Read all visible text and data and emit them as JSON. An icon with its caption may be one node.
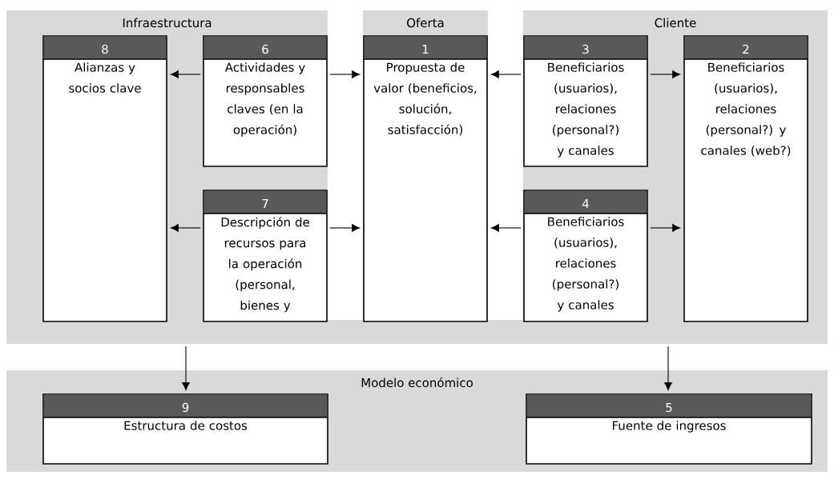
{
  "diagram": {
    "nodes": [
      {
        "text": [
          "Infraestructura"
        ]
      },
      {
        "text": [
          "8",
          "Alianzas y socios clave"
        ],
        "in": 0
      },
      {
        "text": [
          "6",
          "Actividades y responsables claves (en la operación)"
        ],
        "in": 0
      },
      {
        "text": [
          "7",
          "Descripción de recursos para la operación (personal, bienes y"
        ],
        "in": 0
      },
      {
        "text": [
          "Oferta"
        ]
      },
      {
        "text": [
          "1",
          "Propuesta de valor (beneficios, solución, satisfacción)"
        ],
        "in": 4
      },
      {
        "text": [
          "Cliente"
        ]
      },
      {
        "text": [
          "3",
          "Beneficiarios (usuarios), relaciones (personal?) y canales"
        ],
        "in": 6
      },
      {
        "text": [
          "2",
          "Beneficiarios (usuarios), relaciones (personal?) y canales (web?)"
        ],
        "in": 6
      },
      {
        "text": [
          "4",
          "Beneficiarios (usuarios), relaciones (personal?) y canales"
        ],
        "in": 6
      },
      {
        "text": [
          "Modelo económico"
        ]
      },
      {
        "text": [
          "9",
          "Estructura de costos"
        ],
        "in": 10
      },
      {
        "text": [
          "5",
          "Fuente de ingresos"
        ],
        "in": 10
      }
    ],
    "edges": [
      {
        "from": 2,
        "to": 1,
        "arrow": "to"
      },
      {
        "from": 2,
        "to": 5,
        "arrow": "to"
      },
      {
        "from": 7,
        "to": 5,
        "arrow": "to"
      },
      {
        "from": 7,
        "to": 8,
        "arrow": "to"
      },
      {
        "from": 3,
        "to": 1,
        "arrow": "to"
      },
      {
        "from": 3,
        "to": 5,
        "arrow": "to"
      },
      {
        "from": 9,
        "to": 5,
        "arrow": "to"
      },
      {
        "from": 9,
        "to": 8,
        "arrow": "to"
      },
      {
        "from": 0,
        "to": 11,
        "arrow": "to"
      },
      {
        "from": 6,
        "to": 12,
        "arrow": "to"
      }
    ]
  }
}
